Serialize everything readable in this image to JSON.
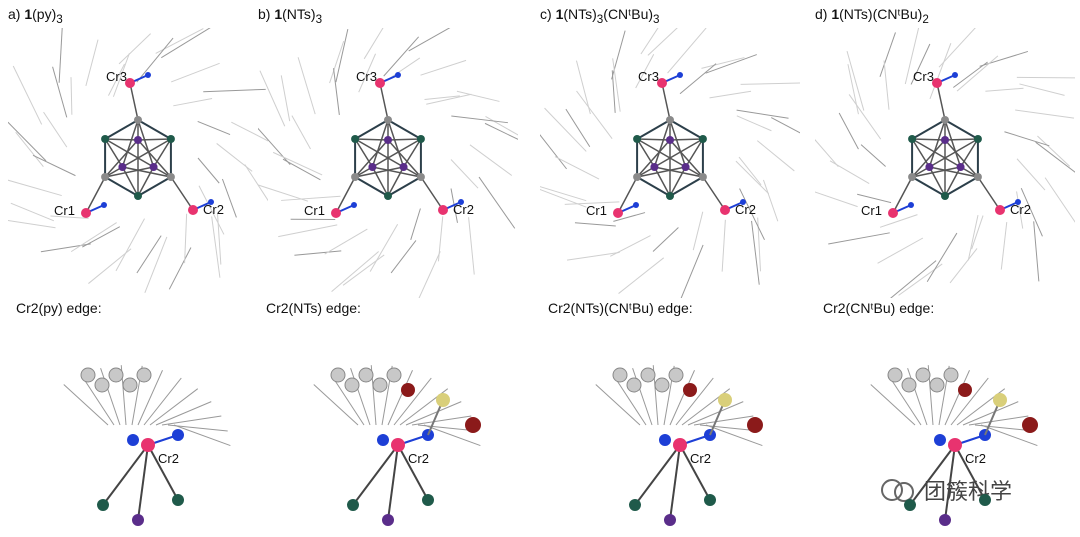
{
  "panels": [
    {
      "letter": "a)",
      "bold": "1",
      "rest": "(py)",
      "sub": "3",
      "tail": "",
      "tailsub": "",
      "edge": "Cr2(py) edge:",
      "cr": [
        "Cr3",
        "Cr1",
        "Cr2"
      ],
      "edge_cr": "Cr2"
    },
    {
      "letter": "b)",
      "bold": "1",
      "rest": "(NTs)",
      "sub": "3",
      "tail": "",
      "tailsub": "",
      "edge": "Cr2(NTs) edge:",
      "cr": [
        "Cr3",
        "Cr1",
        "Cr2"
      ],
      "edge_cr": "Cr2"
    },
    {
      "letter": "c)",
      "bold": "1",
      "rest": "(NTs)",
      "sub": "3",
      "tail": "(CNᵗBu)",
      "tailsub": "3",
      "edge": "Cr2(NTs)(CNᵗBu) edge:",
      "cr": [
        "Cr3",
        "Cr1",
        "Cr2"
      ],
      "edge_cr": "Cr2"
    },
    {
      "letter": "d)",
      "bold": "1",
      "rest": "(NTs)(CNᵗBu)",
      "sub": "2",
      "tail": "",
      "tailsub": "",
      "edge": "Cr2(CNᵗBu) edge:",
      "cr": [
        "Cr3",
        "Cr1",
        "Cr2"
      ],
      "edge_cr": "Cr2"
    }
  ],
  "watermark": "团簇科学",
  "colors": {
    "cr": "#e8336f",
    "n": "#1d3fd6",
    "fe": "#1f5a4a",
    "s": "#d9cf7a",
    "o": "#8b1a1a",
    "purple": "#5a2d8a",
    "c": "#9a9a9a"
  }
}
